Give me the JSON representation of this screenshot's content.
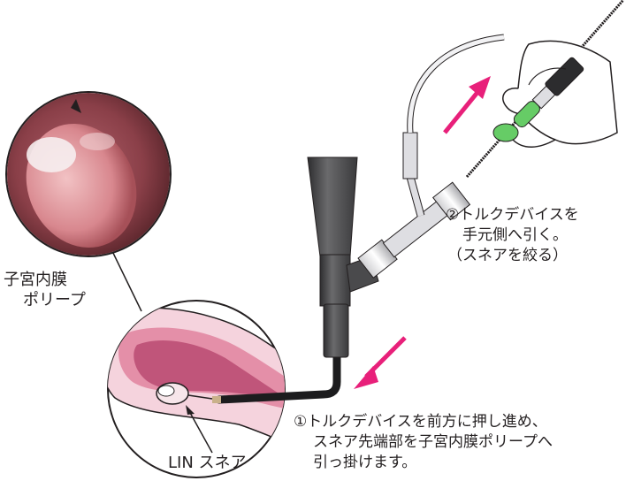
{
  "labels": {
    "polyp": [
      "子宮内膜",
      "ポリープ"
    ],
    "snare": "LIN スネア",
    "step1": [
      "①トルクデバイスを前方に押し進め、",
      "スネア先端部を子宮内膜ポリープへ",
      "引っ掛けます。"
    ],
    "step2": [
      "②トルクデバイスを",
      "手元側へ引く。",
      "（スネアを絞る）"
    ]
  },
  "colors": {
    "arrow": "#e8207a",
    "scope_body": "#4a4a4c",
    "grip": "#66cc66",
    "tissue_pink": "#e8a9bd",
    "uterus_cavity": "#c0557a",
    "outline": "#231f20"
  }
}
